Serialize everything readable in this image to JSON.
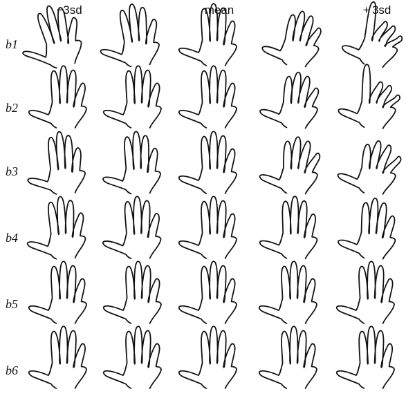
{
  "column_labels": [
    "−3sd",
    "",
    "mean",
    "",
    "+ 3sd"
  ],
  "rows": [
    {
      "label": "b1",
      "hands": [
        {
          "spread": 0.35,
          "tilt": -14,
          "thumb": 1.5,
          "curl": 0.0,
          "pointer": 0.0
        },
        {
          "spread": 0.2,
          "tilt": -6,
          "thumb": 1.15,
          "curl": 0.0,
          "pointer": 0.0
        },
        {
          "spread": 0.0,
          "tilt": 0,
          "thumb": 0.9,
          "curl": 0.0,
          "pointer": 0.0
        },
        {
          "spread": -0.1,
          "tilt": 6,
          "thumb": 0.7,
          "curl": 0.4,
          "pointer": 0.0
        },
        {
          "spread": -0.25,
          "tilt": 10,
          "thumb": 0.55,
          "curl": 0.9,
          "pointer": 0.2
        }
      ]
    },
    {
      "label": "b2",
      "hands": [
        {
          "spread": 0.05,
          "tilt": 0,
          "thumb": 0.9,
          "curl": 0.0,
          "pointer": 0.0
        },
        {
          "spread": 0.0,
          "tilt": 0,
          "thumb": 0.9,
          "curl": 0.0,
          "pointer": 0.0
        },
        {
          "spread": 0.0,
          "tilt": 0,
          "thumb": 0.9,
          "curl": 0.0,
          "pointer": 0.0
        },
        {
          "spread": -0.05,
          "tilt": 2,
          "thumb": 0.85,
          "curl": 0.35,
          "pointer": 0.0
        },
        {
          "spread": -0.1,
          "tilt": 4,
          "thumb": 0.8,
          "curl": 0.85,
          "pointer": 1.0
        }
      ]
    },
    {
      "label": "b3",
      "hands": [
        {
          "spread": -0.2,
          "tilt": -4,
          "thumb": 0.9,
          "curl": 0.0,
          "pointer": 0.0
        },
        {
          "spread": -0.1,
          "tilt": -2,
          "thumb": 0.9,
          "curl": 0.0,
          "pointer": 0.0
        },
        {
          "spread": 0.0,
          "tilt": 0,
          "thumb": 0.9,
          "curl": 0.0,
          "pointer": 0.0
        },
        {
          "spread": 0.2,
          "tilt": 2,
          "thumb": 0.9,
          "curl": 0.3,
          "pointer": 0.0
        },
        {
          "spread": 0.35,
          "tilt": 4,
          "thumb": 0.9,
          "curl": 0.5,
          "pointer": 0.0
        }
      ]
    },
    {
      "label": "b4",
      "hands": [
        {
          "spread": 0.1,
          "tilt": -3,
          "thumb": 1.0,
          "curl": 0.0,
          "pointer": 0.0
        },
        {
          "spread": 0.05,
          "tilt": -1,
          "thumb": 0.95,
          "curl": 0.0,
          "pointer": 0.0
        },
        {
          "spread": 0.0,
          "tilt": 0,
          "thumb": 0.9,
          "curl": 0.0,
          "pointer": 0.0
        },
        {
          "spread": -0.05,
          "tilt": 1,
          "thumb": 0.85,
          "curl": 0.0,
          "pointer": 0.0
        },
        {
          "spread": -0.1,
          "tilt": 3,
          "thumb": 0.8,
          "curl": 0.1,
          "pointer": 0.0
        }
      ]
    },
    {
      "label": "b5",
      "hands": [
        {
          "spread": 0.0,
          "tilt": 0,
          "thumb": 0.9,
          "curl": 0.0,
          "pointer": 0.0
        },
        {
          "spread": 0.0,
          "tilt": 0,
          "thumb": 0.9,
          "curl": 0.0,
          "pointer": 0.0
        },
        {
          "spread": 0.0,
          "tilt": 0,
          "thumb": 0.9,
          "curl": 0.0,
          "pointer": 0.0
        },
        {
          "spread": 0.0,
          "tilt": 0,
          "thumb": 0.9,
          "curl": 0.0,
          "pointer": 0.0
        },
        {
          "spread": 0.0,
          "tilt": 0,
          "thumb": 0.9,
          "curl": 0.0,
          "pointer": 0.0
        }
      ]
    },
    {
      "label": "b6",
      "hands": [
        {
          "spread": 0.05,
          "tilt": 0,
          "thumb": 0.9,
          "curl": 0.0,
          "pointer": 0.0
        },
        {
          "spread": 0.0,
          "tilt": 0,
          "thumb": 0.9,
          "curl": 0.0,
          "pointer": 0.0
        },
        {
          "spread": 0.0,
          "tilt": 0,
          "thumb": 0.9,
          "curl": 0.0,
          "pointer": 0.0
        },
        {
          "spread": 0.0,
          "tilt": 0,
          "thumb": 0.9,
          "curl": 0.0,
          "pointer": 0.0
        },
        {
          "spread": -0.05,
          "tilt": 0,
          "thumb": 0.9,
          "curl": 0.0,
          "pointer": 0.0
        }
      ]
    }
  ]
}
